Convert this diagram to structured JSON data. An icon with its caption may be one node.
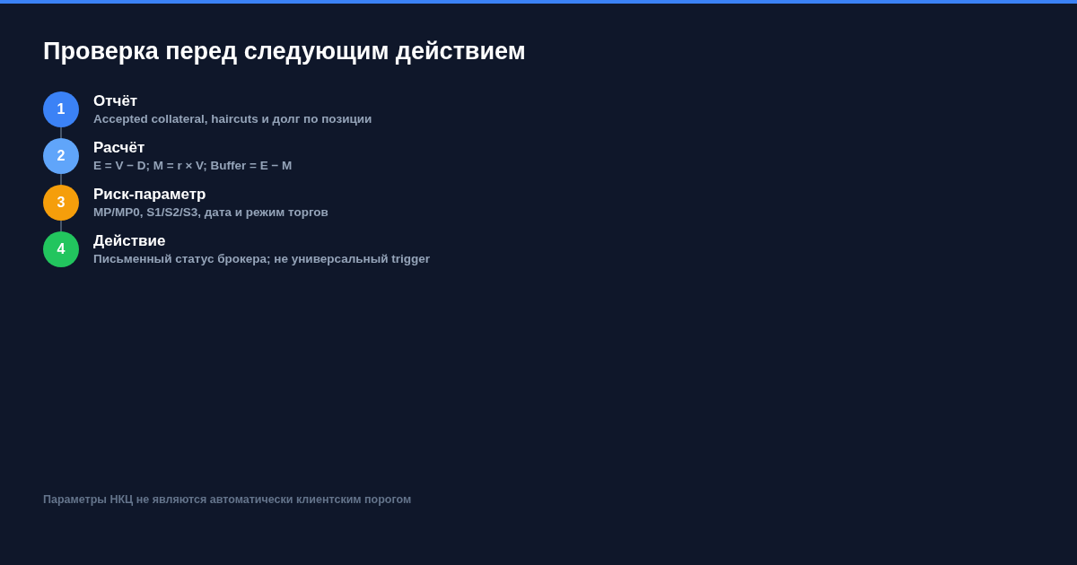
{
  "diagram": {
    "title": "Проверка перед следующим действием",
    "nodes": [
      {
        "text": [
          "1"
        ],
        "beside": [
          "Отчёт",
          "Accepted collateral, haircuts и долг по позиции"
        ]
      },
      {
        "text": [
          "2"
        ],
        "beside": [
          "Расчёт",
          "E = V − D; M = r × V; Buffer = E − M"
        ]
      },
      {
        "text": [
          "3"
        ],
        "beside": [
          "Риск-параметр",
          "MP/MP0, S1/S2/S3, дата и режим торгов"
        ]
      },
      {
        "text": [
          "4"
        ],
        "beside": [
          "Действие",
          "Письменный статус брокера; не универсальный trigger"
        ]
      }
    ],
    "edges": [
      {
        "from": 0,
        "to": 1,
        "arrow": "none"
      },
      {
        "from": 1,
        "to": 2,
        "arrow": "none"
      },
      {
        "from": 2,
        "to": 3,
        "arrow": "none"
      }
    ],
    "caption": "Параметры НКЦ не являются автоматически клиентским порогом"
  }
}
